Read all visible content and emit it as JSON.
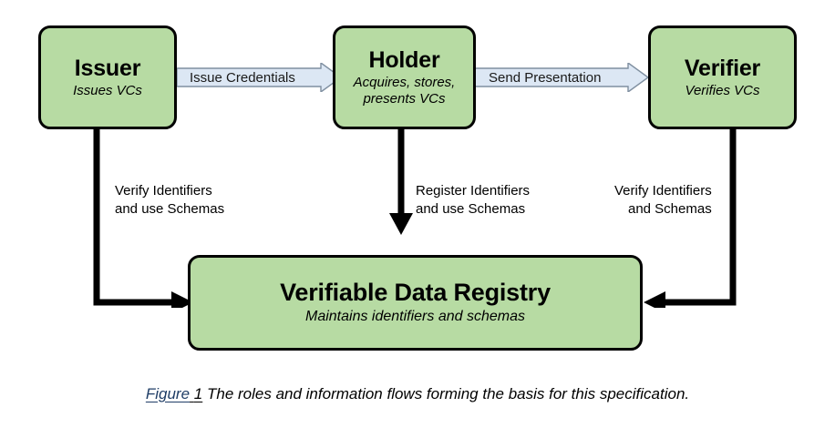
{
  "figure": {
    "background_color": "#ffffff",
    "box_fill_color": "#b7dba3",
    "box_border_color": "#000000",
    "banner_fill_color": "#dce7f4",
    "banner_border_color": "#7f8fa0",
    "flow_arrow_color": "#000000",
    "link_color": "#1f3d66"
  },
  "roles": [
    {
      "id": "issuer",
      "title": "Issuer",
      "subtitle_lines": [
        "Issues VCs"
      ]
    },
    {
      "id": "holder",
      "title": "Holder",
      "subtitle_lines": [
        "Acquires, stores,",
        "presents VCs"
      ]
    },
    {
      "id": "verifier",
      "title": "Verifier",
      "subtitle_lines": [
        "Verifies VCs"
      ]
    },
    {
      "id": "registry",
      "title": "Verifiable Data Registry",
      "subtitle_lines": [
        "Maintains identifiers and schemas"
      ]
    }
  ],
  "banner_flows": [
    {
      "id": "issue-credentials",
      "label": "Issue Credentials",
      "from": "issuer",
      "to": "holder",
      "direction": "right"
    },
    {
      "id": "send-presentation",
      "label": "Send Presentation",
      "from": "holder",
      "to": "verifier",
      "direction": "right"
    }
  ],
  "registry_flows": [
    {
      "id": "issuer-flow",
      "from": "issuer",
      "to": "registry",
      "label_lines": [
        "Verify Identifiers",
        "and use Schemas"
      ]
    },
    {
      "id": "holder-flow",
      "from": "holder",
      "to": "registry",
      "label_lines": [
        "Register Identifiers",
        "and use Schemas"
      ]
    },
    {
      "id": "verifier-flow",
      "from": "verifier",
      "to": "registry",
      "label_lines": [
        "Verify Identifiers",
        "and Schemas"
      ]
    }
  ],
  "caption": {
    "figure_word": "Figure",
    "figure_number": "1",
    "text": "The roles and information flows forming the basis for this specification."
  }
}
